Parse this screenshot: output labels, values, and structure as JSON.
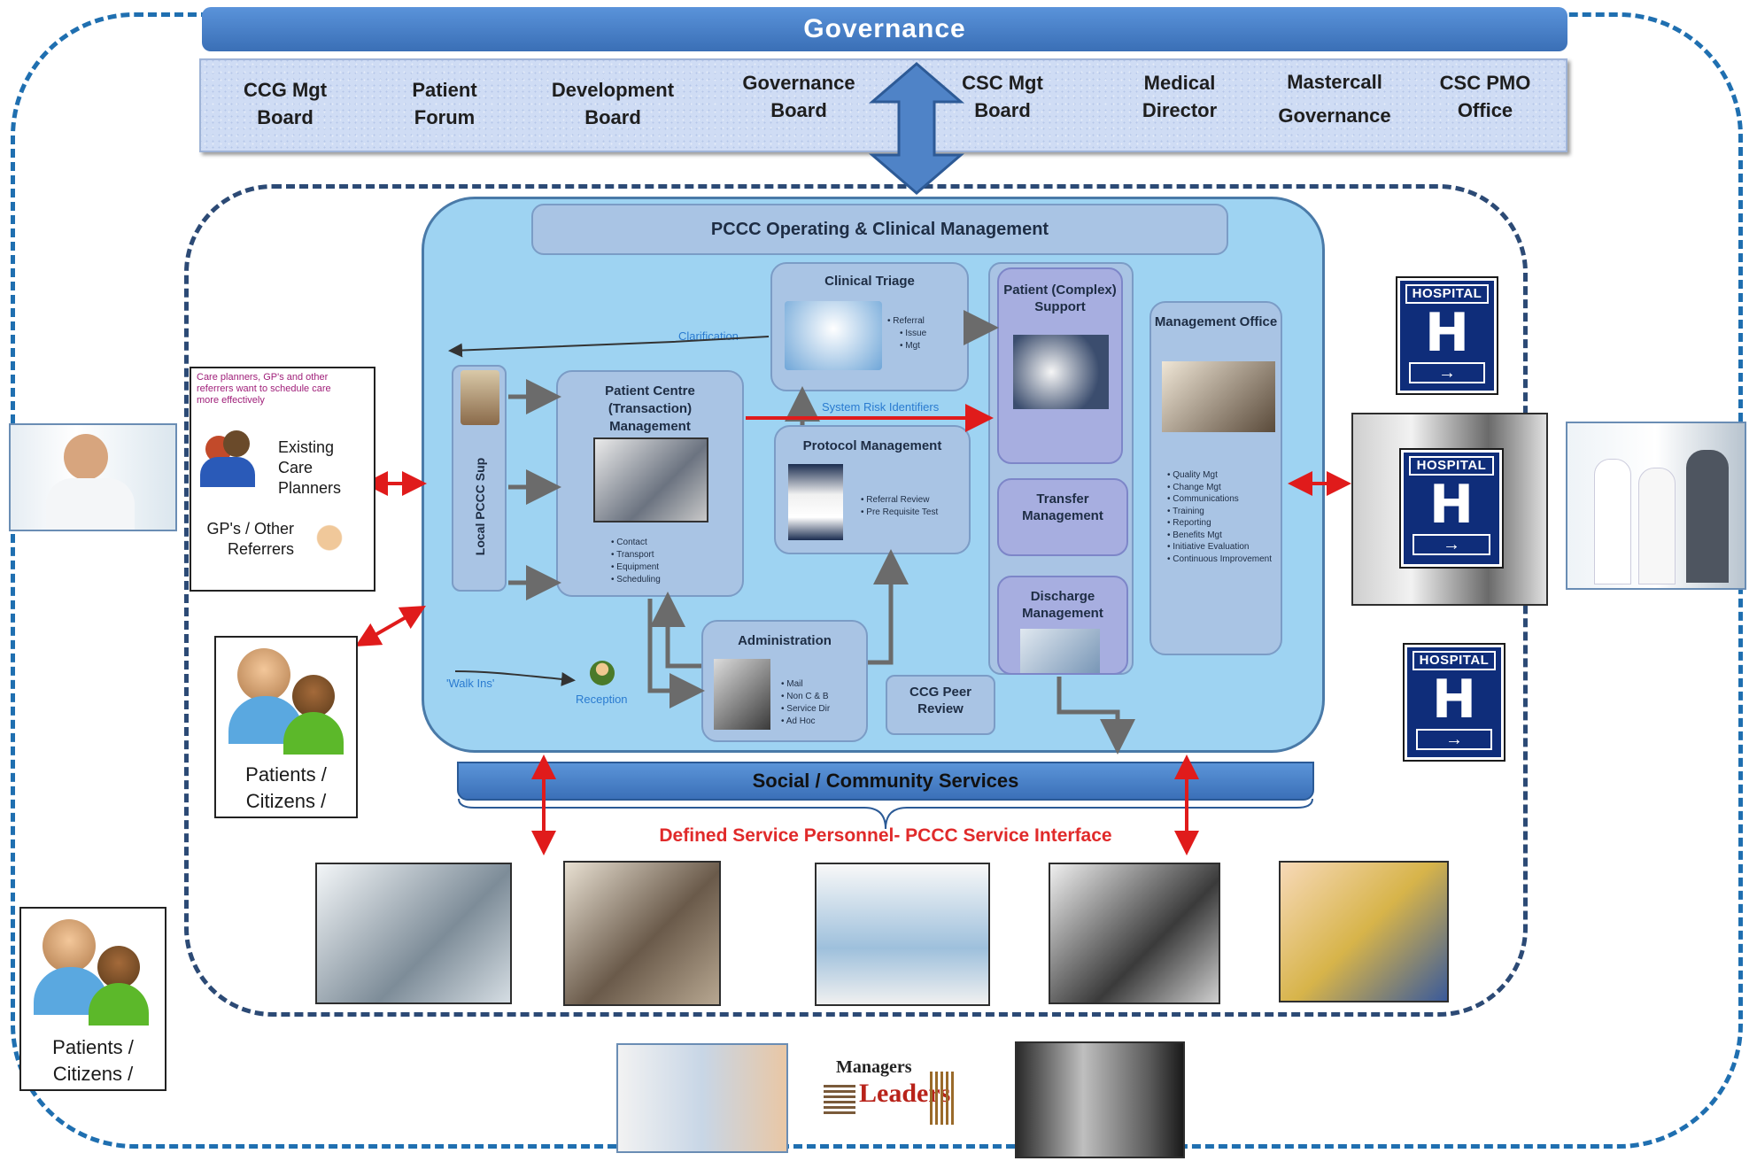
{
  "governance": {
    "title": "Governance",
    "boards": [
      {
        "line1": "CCG Mgt",
        "line2": "Board"
      },
      {
        "line1": "Patient",
        "line2": "Forum"
      },
      {
        "line1": "Development",
        "line2": "Board"
      },
      {
        "line1": "Governance",
        "line2": "Board"
      },
      {
        "line1": "CSC Mgt",
        "line2": "Board"
      },
      {
        "line1": "Medical",
        "line2": "Director"
      },
      {
        "line1": "Mastercall",
        "line2": "Governance"
      },
      {
        "line1": "CSC PMO",
        "line2": "Office"
      }
    ]
  },
  "pccc": {
    "title": "PCCC Operating & Clinical Management",
    "local_support": "Local PCCC Sup",
    "clinical_triage": {
      "title": "Clinical Triage",
      "bullets": [
        "Referral",
        "Issue",
        "Mgt"
      ]
    },
    "clarification": "Clarification",
    "patient_centre": {
      "title": "Patient Centre (Transaction) Management",
      "bullets": [
        "Contact",
        "Transport",
        "Equipment",
        "Scheduling"
      ]
    },
    "system_risk": "System Risk Identifiers",
    "protocol": {
      "title": "Protocol Management",
      "bullets": [
        "Referral Review",
        "Pre Requisite Test"
      ]
    },
    "administration": {
      "title": "Administration",
      "bullets": [
        "Mail",
        "Non C & B",
        "Service Dir",
        "Ad Hoc"
      ]
    },
    "ccg_peer": "CCG Peer Review",
    "patient_complex": "Patient (Complex) Support",
    "transfer": "Transfer Management",
    "discharge": "Discharge Management",
    "management_office": {
      "title": "Management Office",
      "bullets": [
        "Quality Mgt",
        "Change Mgt",
        "Communications",
        "Training",
        "Reporting",
        "Benefits Mgt",
        "Initiative Evaluation",
        "Continuous Improvement"
      ]
    },
    "walk_ins": "'Walk Ins'",
    "reception": "Reception"
  },
  "left": {
    "note": "Care planners, GP's and other referrers want to schedule care more effectively",
    "existing": "Existing Care Planners",
    "gps": "GP's / Other Referrers",
    "patients_inner": "Patients / Citizens /",
    "patients_outer": "Patients / Citizens /"
  },
  "hospital": {
    "sign_text": "HOSPITAL",
    "letter": "H"
  },
  "social": {
    "title": "Social / Community Services",
    "interface": "Defined Service Personnel- PCCC Service Interface"
  },
  "wordcloud": {
    "word1": "Managers",
    "word2": "Leaders"
  },
  "colors": {
    "accent_blue": "#3a6fb6",
    "center_fill": "#9ed3f2",
    "red_arrow": "#e01b1b",
    "purple_panel": "#a7aee0",
    "interface_red": "#e02a2a"
  }
}
